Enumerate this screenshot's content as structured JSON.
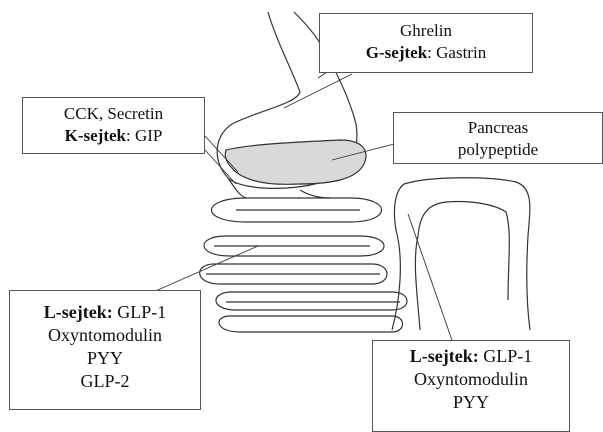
{
  "labels": {
    "stomach_top": {
      "line1": "Ghrelin",
      "line2_bold": "G-sejtek",
      "line2_rest": ": Gastrin"
    },
    "duodenum": {
      "line1": "CCK, Secretin",
      "line2_bold": "K-sejtek",
      "line2_rest": ": GIP"
    },
    "pancreas": {
      "line1": "Pancreas",
      "line2": "polypeptide"
    },
    "small_intestine": {
      "line1_bold": "L-sejtek:",
      "line1_rest": " GLP-1",
      "line2": "Oxyntomodulin",
      "line3": "PYY",
      "line4": "GLP-2"
    },
    "large_intestine": {
      "line1_bold": "L-sejtek:",
      "line1_rest": " GLP-1",
      "line2": "Oxyntomodulin",
      "line3": "PYY"
    }
  },
  "colors": {
    "outline": "#333333",
    "pancreas_fill": "#d9d9d9",
    "box_border": "#555555"
  }
}
